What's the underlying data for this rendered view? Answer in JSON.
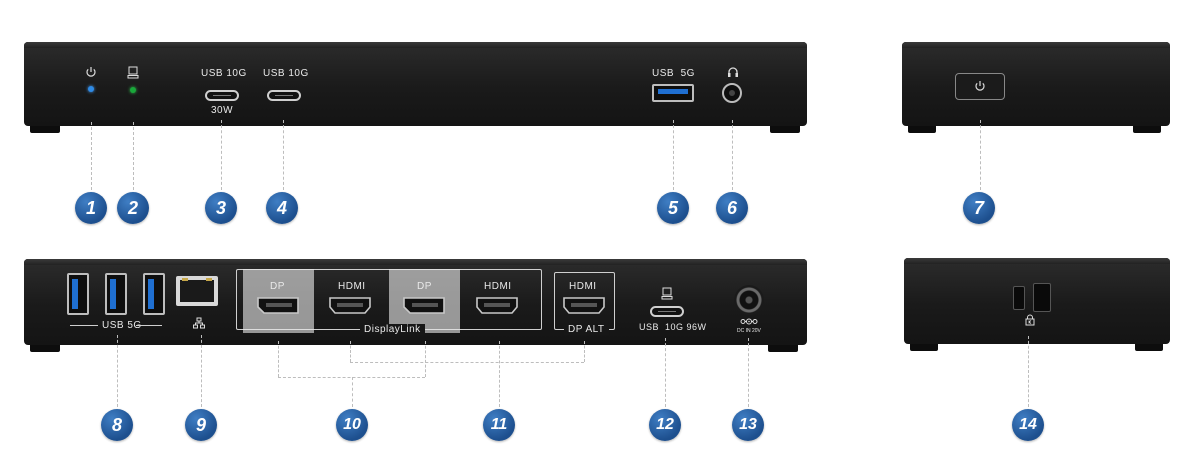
{
  "front_panel": {
    "usb_c_port1_label": "USB 10G",
    "usb_c_port1_power": "30W",
    "usb_c_port2_label": "USB 10G",
    "usb_a_label": "USB  5G"
  },
  "rear_panel": {
    "usb_a_group_label": "USB 5G",
    "dp1_label": "DP",
    "hdmi1_label": "HDMI",
    "dp2_label": "DP",
    "hdmi2_label": "HDMI",
    "displaylink_label": "DisplayLink",
    "hdmi3_label": "HDMI",
    "dp_alt_label": "DP ALT",
    "usb_c_host_label": "USB  10G 96W",
    "dc_in_label": "DC IN 20V"
  },
  "callouts": [
    "1",
    "2",
    "3",
    "4",
    "5",
    "6",
    "7",
    "8",
    "9",
    "10",
    "11",
    "12",
    "13",
    "14"
  ],
  "colors": {
    "badge": "#2a65a8",
    "power_led": "#2f8be6",
    "host_led": "#19a83a",
    "usb3_tongue": "#1f6fd1"
  }
}
